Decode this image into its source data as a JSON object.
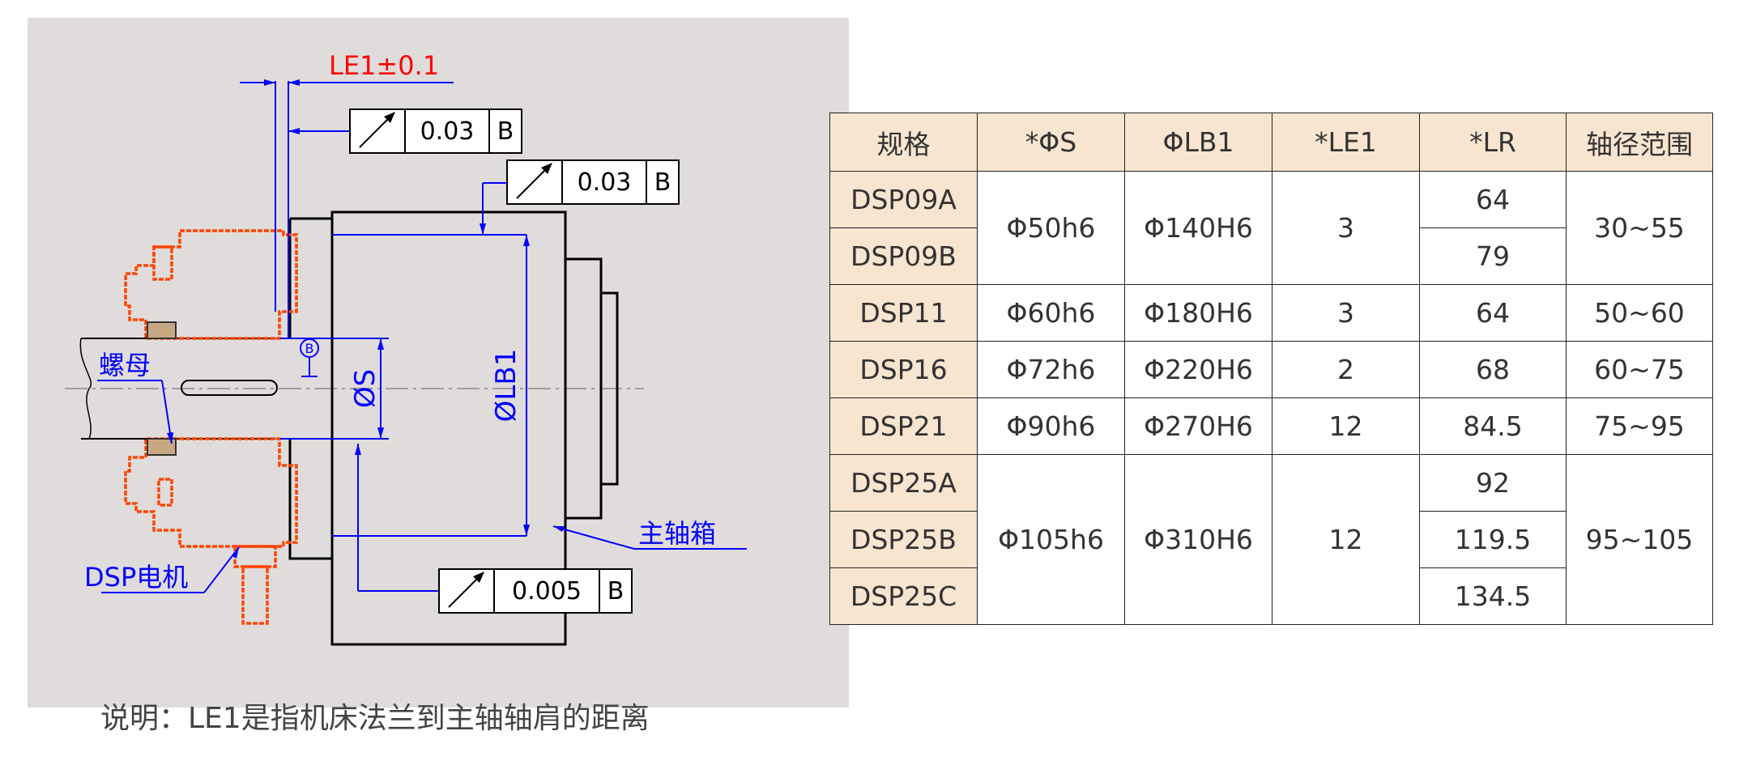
{
  "drawing": {
    "tolerance_label": "LE1±0.1",
    "frame1": {
      "value": "0.03",
      "datum": "B"
    },
    "frame2": {
      "value": "0.03",
      "datum": "B"
    },
    "frame3": {
      "value": "0.005",
      "datum": "B"
    },
    "datum_symbol": "B",
    "dim_s": "ØS",
    "dim_lb1": "ØLB1",
    "label_nut": "螺母",
    "label_motor": "DSP电机",
    "label_housing": "主轴箱",
    "colors": {
      "panel_bg": "#e0dcdb",
      "outline": "#000000",
      "motor_outline": "#ff4500",
      "dimension": "#0000ff",
      "tolerance_text": "#ff0000",
      "nut_fill": "#c8a882",
      "table_header_bg": "#f8e5d0"
    }
  },
  "table": {
    "headers": [
      "规格",
      "*ΦS",
      "ΦLB1",
      "*LE1",
      "*LR",
      "轴径范围"
    ],
    "rows": [
      {
        "model": "DSP09A",
        "s": "Φ50h6",
        "lb1": "Φ140H6",
        "le1": "3",
        "lr": "64",
        "range": "30~55"
      },
      {
        "model": "DSP09B",
        "lr": "79"
      },
      {
        "model": "DSP11",
        "s": "Φ60h6",
        "lb1": "Φ180H6",
        "le1": "3",
        "lr": "64",
        "range": "50~60"
      },
      {
        "model": "DSP16",
        "s": "Φ72h6",
        "lb1": "Φ220H6",
        "le1": "2",
        "lr": "68",
        "range": "60~75"
      },
      {
        "model": "DSP21",
        "s": "Φ90h6",
        "lb1": "Φ270H6",
        "le1": "12",
        "lr": "84.5",
        "range": "75~95"
      },
      {
        "model": "DSP25A",
        "s": "Φ105h6",
        "lb1": "Φ310H6",
        "le1": "12",
        "lr": "92",
        "range": "95~105"
      },
      {
        "model": "DSP25B",
        "lr": "119.5"
      },
      {
        "model": "DSP25C",
        "lr": "134.5"
      }
    ]
  },
  "note": "说明：LE1是指机床法兰到主轴轴肩的距离"
}
